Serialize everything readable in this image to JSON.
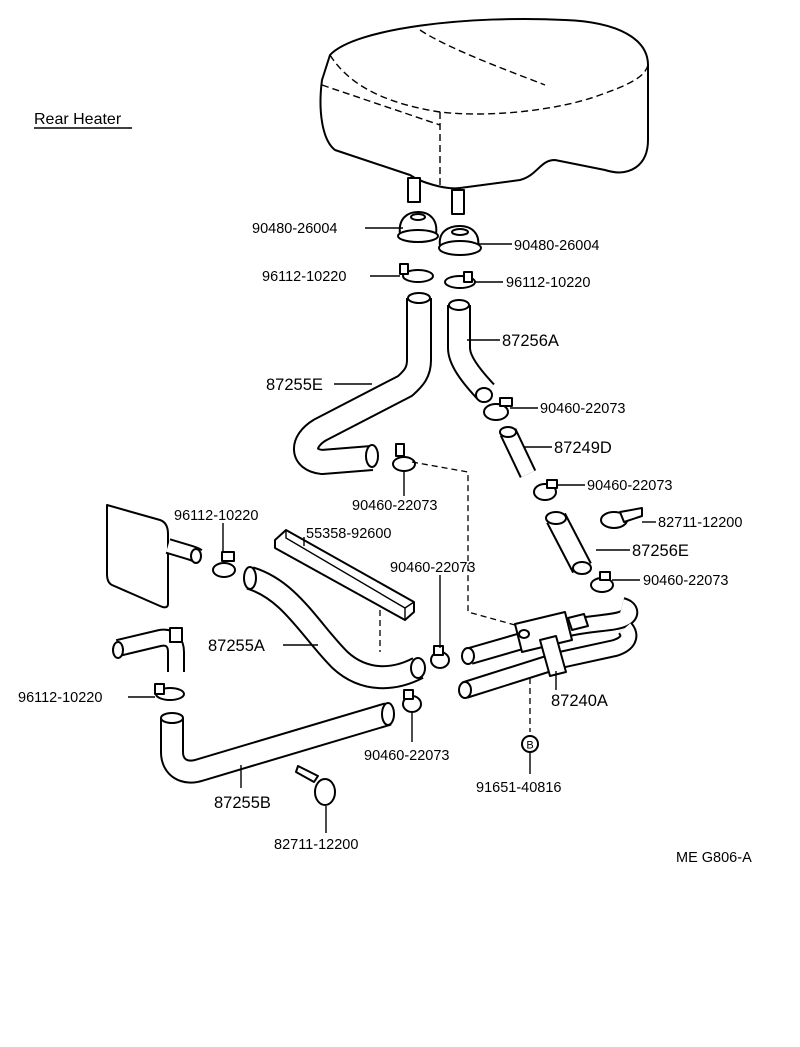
{
  "diagram": {
    "title": "Rear Heater",
    "drawing_code": "ME G806-A",
    "labels": {
      "grommet_left": "90480-26004",
      "grommet_right": "90480-26004",
      "clamp_top_left": "96112-10220",
      "clamp_top_right": "96112-10220",
      "hose_87256A": "87256A",
      "hose_87255E": "87255E",
      "clamp_upper_right": "90460-22073",
      "pipe_87249D": "87249D",
      "clamp_middle": "90460-22073",
      "clamp_right_mid": "90460-22073",
      "clamp_82711_right": "82711-12200",
      "clamp_left_upper": "96112-10220",
      "cushion": "55358-92600",
      "hose_87256E": "87256E",
      "clamp_center": "90460-22073",
      "clamp_lower_right": "90460-22073",
      "hose_87255A": "87255A",
      "valve_87240A": "87240A",
      "clamp_left_lower": "96112-10220",
      "clamp_bottom_center": "90460-22073",
      "bolt_ref": "B",
      "bolt_91651": "91651-40816",
      "hose_87255B": "87255B",
      "clamp_82711_bottom": "82711-12200"
    }
  }
}
